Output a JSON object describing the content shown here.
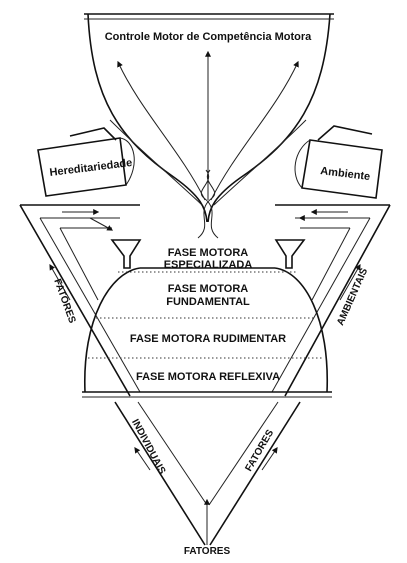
{
  "top_label": "Controle Motor de Competência Motora",
  "bucket_left": "Hereditariedade",
  "bucket_right": "Ambiente",
  "phases": [
    {
      "line1": "FASE MOTORA",
      "line2": "ESPECIALIZADA"
    },
    {
      "line1": "FASE MOTORA",
      "line2": "FUNDAMENTAL"
    },
    {
      "line1": "FASE MOTORA RUDIMENTAR",
      "line2": ""
    },
    {
      "line1": "FASE MOTORA REFLEXIVA",
      "line2": ""
    }
  ],
  "side_labels": {
    "left": "FATORES",
    "right": "AMBIENTAIS",
    "bottom_left": "INDIVIDUAIS",
    "bottom_right": "FATORES",
    "bottom": "FATORES"
  }
}
